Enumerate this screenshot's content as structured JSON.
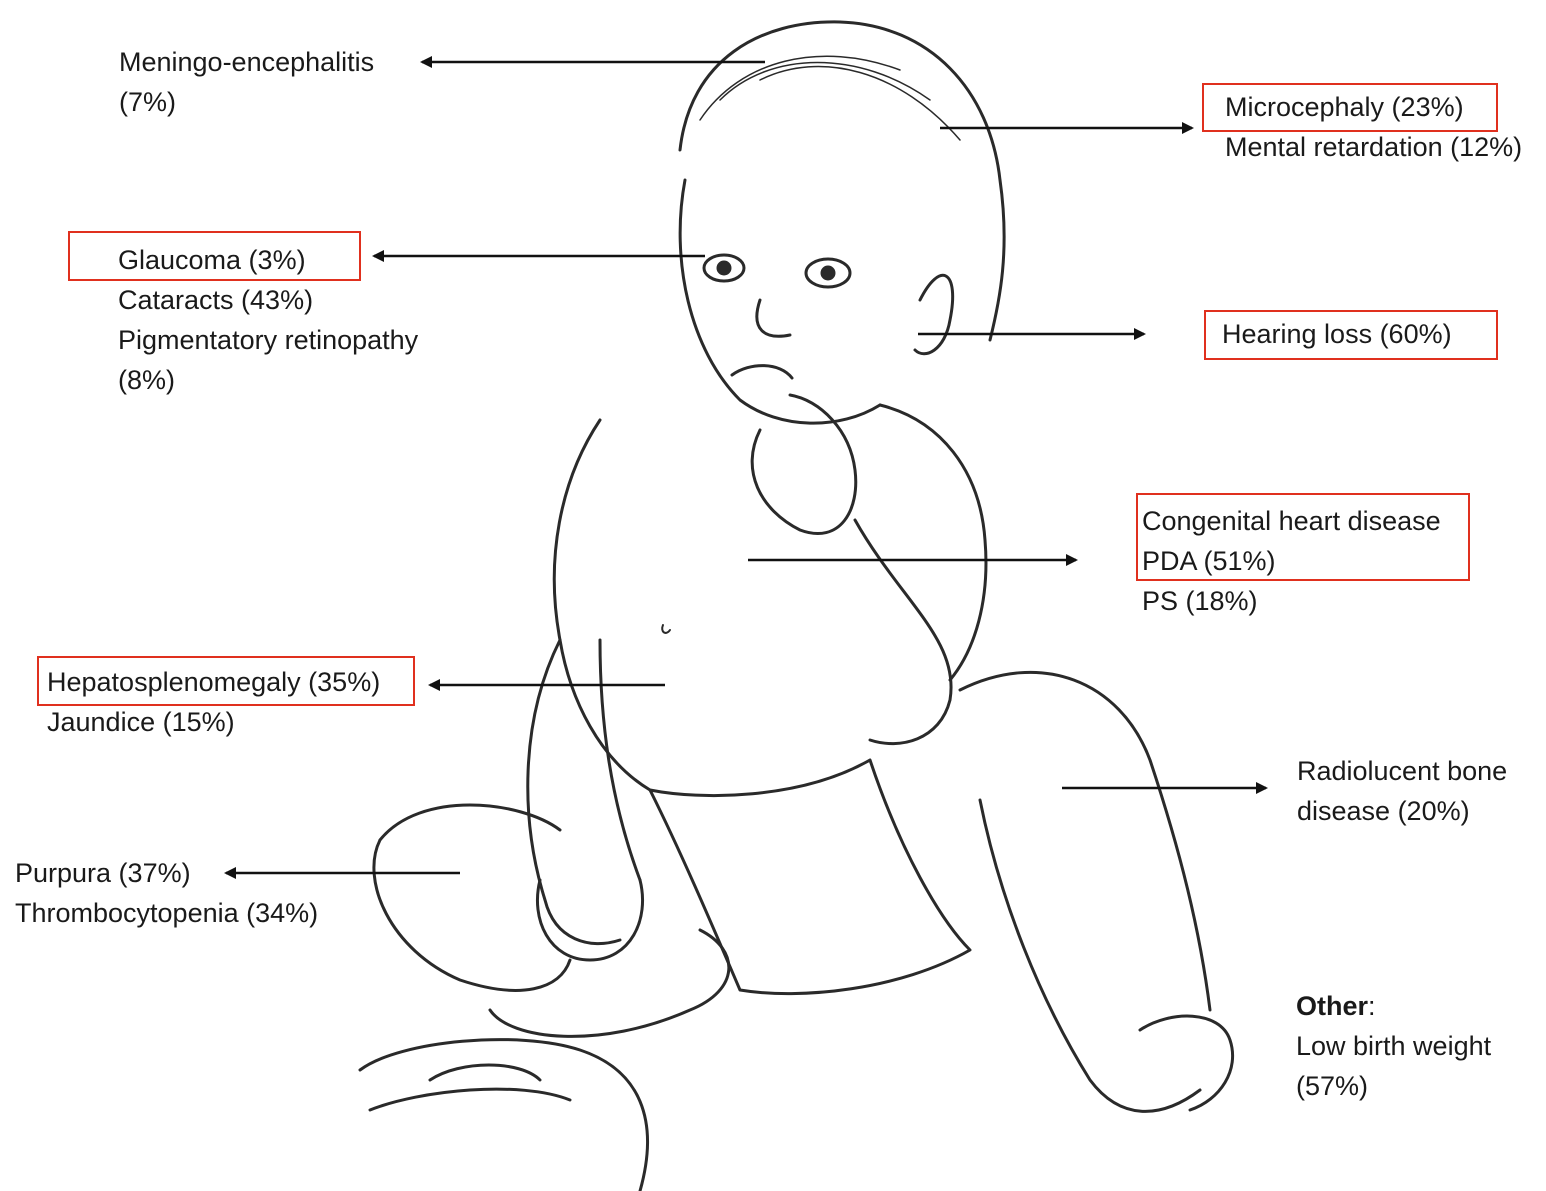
{
  "colors": {
    "highlight": "#e0301e",
    "line": "#111111",
    "sketch": "#2a2a2a"
  },
  "illustration": "sketch-of-toddler",
  "labels": {
    "meningo": {
      "line1": "Meningo-encephalitis",
      "line2": "(7%)"
    },
    "head": {
      "microcephaly": "Microcephaly (23%)",
      "retardation": "Mental retardation (12%)"
    },
    "eyes": {
      "glaucoma": "Glaucoma (3%)",
      "cataracts": "Cataracts (43%)",
      "retinopathy": "Pigmentatory retinopathy",
      "retinopathy_pct": "(8%)"
    },
    "ear": {
      "hearing": "Hearing loss (60%)"
    },
    "heart": {
      "title": "Congenital heart disease",
      "pda": "PDA (51%)",
      "ps": "PS (18%)"
    },
    "liver": {
      "hepato": "Hepatosplenomegaly (35%)",
      "jaundice": "Jaundice (15%)"
    },
    "bone": {
      "line1": "Radiolucent bone",
      "line2": "disease (20%)"
    },
    "blood": {
      "purpura": "Purpura (37%)",
      "thrombo": "Thrombocytopenia (34%)"
    },
    "other": {
      "heading": "Other",
      "colon": ":",
      "line1": "Low birth weight",
      "line2": "(57%)"
    }
  }
}
